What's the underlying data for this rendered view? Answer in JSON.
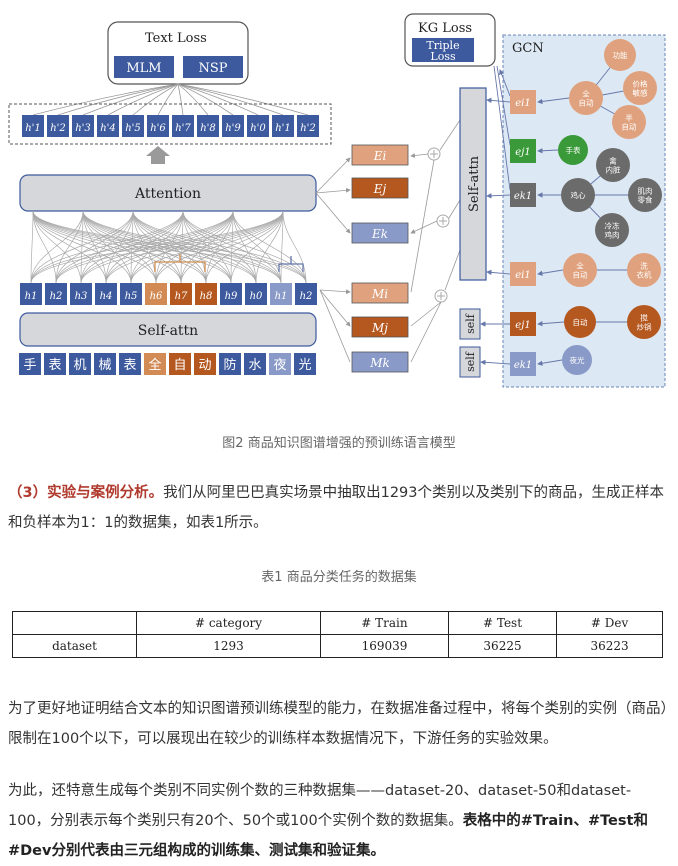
{
  "figure": {
    "text_loss_label": "Text Loss",
    "mlm_label": "MLM",
    "nsp_label": "NSP",
    "kg_loss_label": "KG Loss",
    "triple_loss_label": "Triple Loss",
    "gcn_label": "GCN",
    "attention_label": "Attention",
    "self_attn_left_label": "Self-attn",
    "self_attn_mid_label": "Self-attn",
    "self_label_1": "self",
    "self_label_2": "self",
    "top_tokens": [
      "h'1",
      "h'2",
      "h'3",
      "h'4",
      "h'5",
      "h'6",
      "h'7",
      "h'8",
      "h'9",
      "h'0",
      "h'1",
      "h'2"
    ],
    "bottom_tokens": [
      "h1",
      "h2",
      "h3",
      "h4",
      "h5",
      "h6",
      "h7",
      "h8",
      "h9",
      "h0",
      "h1",
      "h2"
    ],
    "chars": [
      "手",
      "表",
      "机",
      "械",
      "表",
      "全",
      "自",
      "动",
      "防",
      "水",
      "夜",
      "光"
    ],
    "entity_embeddings": [
      "Ei",
      "Ej",
      "Ek"
    ],
    "mention_embeddings": [
      "Mi",
      "Mj",
      "Mk"
    ],
    "entity_nodes": [
      "ei1",
      "ej1",
      "ek1",
      "ei1",
      "ej1",
      "ek1"
    ],
    "gcn_nodes": {
      "top_center": "全自动",
      "top_right_1": "功能",
      "top_right_2": "价格敏感",
      "top_right_3": "半自动",
      "biao": "手表",
      "jixin": "鸡心",
      "nei": "禽内脏",
      "jirou": "肌肉零食",
      "lengdong": "冷冻鸡肉",
      "quanzidong2": "全自动",
      "xiyiji": "洗衣机",
      "zidong": "自动",
      "chaoguo": "搅炒锅",
      "yeguang": "夜光"
    }
  },
  "caption": "图2  商品知识图谱增强的预训练语言模型",
  "paragraph1": {
    "highlight": "（3）实验与案例分析。",
    "text": "我们从阿里巴巴真实场景中抽取出1293个类别以及类别下的商品，生成正样本和负样本为1：1的数据集，如表1所示。"
  },
  "table_title": "表1  商品分类任务的数据集",
  "table": {
    "headers": [
      "",
      "# category",
      "# Train",
      "# Test",
      "# Dev"
    ],
    "rows": [
      [
        "dataset",
        "1293",
        "169039",
        "36225",
        "36223"
      ]
    ]
  },
  "paragraph2": "为了更好地证明结合文本的知识图谱预训练模型的能力，在数据准备过程中，将每个类别的实例（商品）限制在100个以下，可以展现出在较少的训练样本数据情况下，下游任务的实验效果。",
  "paragraph3": {
    "text": "为此，还特意生成每个类别不同实例个数的三种数据集——dataset-20、dataset-50和dataset-100，分别表示每个类别只有20个、50个或100个实例个数的数据集。",
    "bold": "表格中的#Train、#Test和#Dev分别代表由三元组构成的训练集、测试集和验证集。"
  }
}
